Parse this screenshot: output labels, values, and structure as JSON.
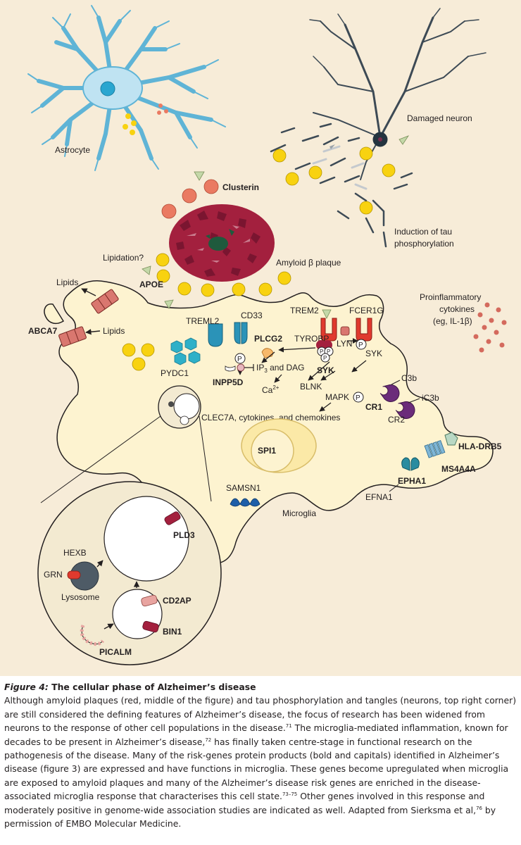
{
  "labels": {
    "astrocyte": "Astrocyte",
    "damaged_neuron": "Damaged neuron",
    "clusterin": "Clusterin",
    "amyloid_plaque": "Amyloid β plaque",
    "tau_line1": "Induction of tau",
    "tau_line2": "phosphorylation",
    "lipidation": "Lipidation?",
    "apoe": "APOE",
    "lipids_top": "Lipids",
    "lipids_mid": "Lipids",
    "abca7": "ABCA7",
    "treml2": "TREML2",
    "cd33": "CD33",
    "plcg2": "PLCG2",
    "trem2": "TREM2",
    "fcer1g": "FCER1G",
    "tyrobp": "TYROBP",
    "lyn": "LYN",
    "syk_right": "SYK",
    "syk_bold": "SYK",
    "cytokines_line1": "Proinflammatory",
    "cytokines_line2": "cytokines",
    "cytokines_line3": "(eg, IL-1β)",
    "pydc1": "PYDC1",
    "inpp5d": "INPP5D",
    "ip3_prefix": "IP",
    "ip3_sub": "3",
    "ip3_suffix": " and DAG",
    "ca": "Ca",
    "ca_sup": "2+",
    "blnk": "BLNK",
    "mapk": "MAPK",
    "c3b": "C3b",
    "ic3b": "iC3b",
    "cr1": "CR1",
    "cr2": "CR2",
    "clec7a": "CLEC7A, cytokines, and chemokines",
    "spi1": "SPI1",
    "hla_drb5": "HLA-DRB5",
    "ms4a4a": "MS4A4A",
    "epha1": "EPHA1",
    "efna1": "EFNA1",
    "samsn1": "SAMSN1",
    "microglia": "Microglia",
    "hexb": "HEXB",
    "grn": "GRN",
    "lysosome": "Lysosome",
    "pld3": "PLD3",
    "cd2ap": "CD2AP",
    "bin1": "BIN1",
    "picalm": "PICALM",
    "p_symbol": "P"
  },
  "caption": {
    "figure_label": "Figure 4:",
    "title": " The cellular phase of Alzheimer’s disease",
    "body_1": "Although amyloid plaques (red, middle of the figure) and tau phosphorylation and tangles (neurons, top right corner) are still considered the defining features of Alzheimer’s disease, the focus of research has been widened from neurons to the response of other cell populations in the disease.",
    "ref_1": "71",
    "body_2": " The microglia-mediated inflammation, known for decades to be present in Alzheimer’s disease,",
    "ref_2": "72",
    "body_3": " has finally taken centre-stage in functional research on the pathogenesis of the disease. Many of the risk-genes protein products (bold and capitals) identified in Alzheimer’s disease (figure 3) are expressed and have functions in microglia. These genes become upregulated when microglia are exposed to amyloid plaques and many of the Alzheimer’s disease risk genes are enriched in the disease-associated microglia response that characterises this cell state.",
    "ref_3": "73–75",
    "body_4": " Other genes involved in this response and moderately positive in genome-wide association studies are indicated as well. Adapted from Sierksma et al,",
    "ref_4": "76",
    "body_5": " by permission of EMBO Molecular Medicine."
  },
  "colors": {
    "background": "#f7ecd8",
    "astrocyte": "#bfe3f2",
    "astrocyte_outline": "#5fb4d6",
    "microglia": "#fdf3d0",
    "amyloid": "#a3203e",
    "apoe": "#f8d210",
    "clusterin": "#ea7a62",
    "receptor_blue": "#2b93b8",
    "receptor_red": "#e03a2e",
    "cr_purple": "#6b2c7a",
    "epha1": "#2a8ca0",
    "samsn1": "#1e5fa8",
    "neuron": "#3d4a55"
  }
}
